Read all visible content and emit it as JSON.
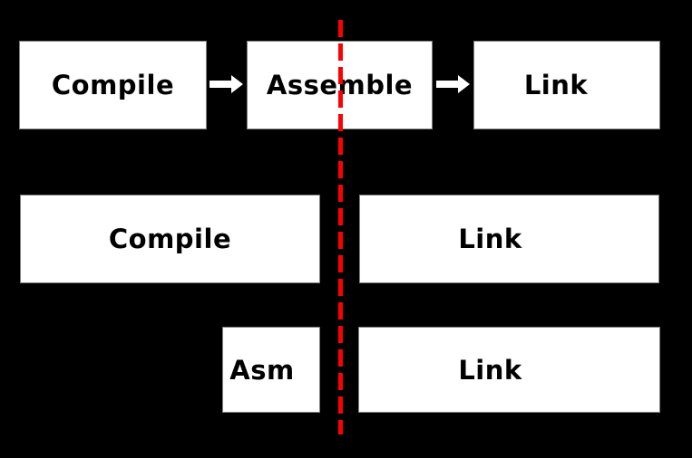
{
  "diagram": {
    "title": "compile-assemble-link-phases",
    "colors": {
      "background": "#000000",
      "box_fill": "#ffffff",
      "box_border": "#808080",
      "text": "#000000",
      "arrow": "#ffffff",
      "divider": "#ff0000"
    },
    "top_row": {
      "compile_label": "Compile",
      "assemble_label": "Assemble",
      "link_label": "Link"
    },
    "middle_row": {
      "compile_label": "Compile",
      "link_label": "Link"
    },
    "bottom_row": {
      "asm_label": "Asm",
      "link_label": "Link"
    },
    "arrows": {
      "style": "right-block-arrow",
      "count": 2
    },
    "divider": {
      "style": "vertical-red-dashed-line"
    }
  }
}
